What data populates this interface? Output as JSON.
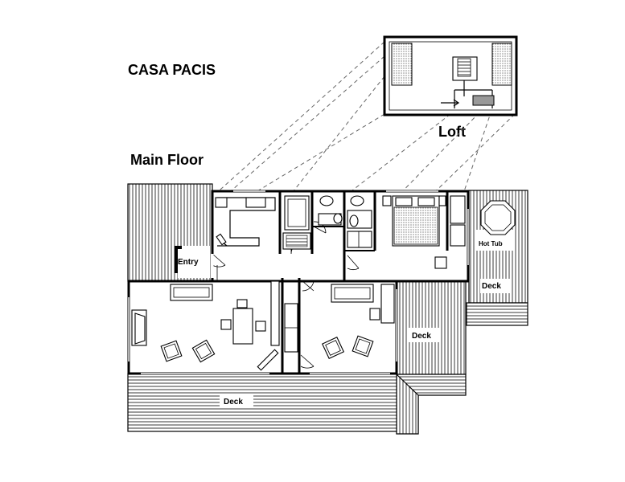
{
  "title": "CASA PACIS",
  "loft_label": "Loft",
  "main_floor_label": "Main Floor",
  "rooms": {
    "entry": "Entry",
    "hot_tub": "Hot Tub",
    "deck_right": "Deck",
    "deck_mid": "Deck",
    "deck_bottom": "Deck"
  },
  "colors": {
    "ink": "#000000",
    "paper": "#ffffff",
    "hatch": "#555555",
    "projection": "#666666"
  }
}
